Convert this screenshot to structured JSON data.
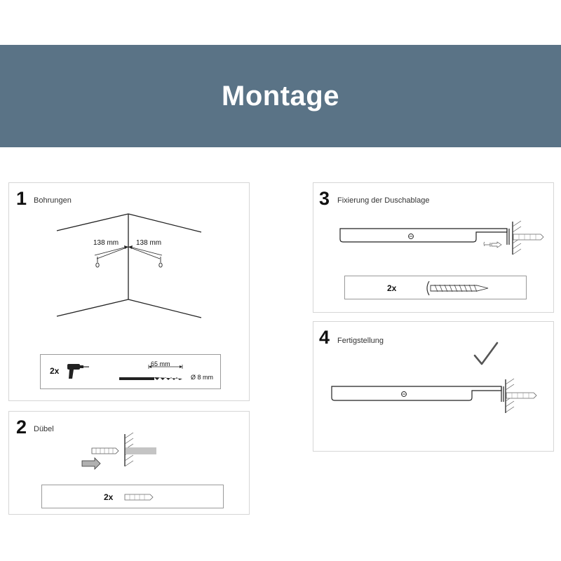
{
  "header": {
    "title": "Montage"
  },
  "steps": [
    {
      "number": "1",
      "label": "Bohrungen",
      "distance_left": "138 mm",
      "distance_right": "138 mm",
      "tool_quantity": "2x",
      "drill_length": "65 mm",
      "drill_diameter": "Ø 8 mm"
    },
    {
      "number": "2",
      "label": "Dübel",
      "dowel_quantity": "2x"
    },
    {
      "number": "3",
      "label": "Fixierung  der Duschablage",
      "screw_quantity": "2x"
    },
    {
      "number": "4",
      "label": "Fertigstellung"
    }
  ]
}
